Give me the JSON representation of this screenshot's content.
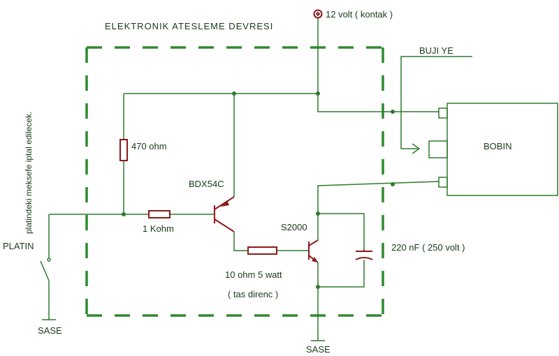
{
  "circuit": {
    "title": "ELEKTRONIK ATESLEME DEVRESI",
    "supply_label": "12 volt ( kontak )",
    "spark_plug_label": "BUJI  YE",
    "coil_label": "BOBIN",
    "resistor_470": "470 ohm",
    "transistor_driver": "BDX54C",
    "resistor_1k": "1 Kohm",
    "transistor_power": "S2000",
    "resistor_10": "10 ohm  5 watt",
    "resistor_10_note": "( tas direnc )",
    "capacitor_label": "220 nF  ( 250 volt )",
    "platin_label": "PLATIN",
    "platin_note": "platindeki meksefe iptal edilecek.",
    "ground_left": "SASE",
    "ground_bottom": "SASE"
  },
  "colors": {
    "wire": "#2e7a2e",
    "component": "#8b1a1a",
    "box": "#2e8a2e"
  }
}
